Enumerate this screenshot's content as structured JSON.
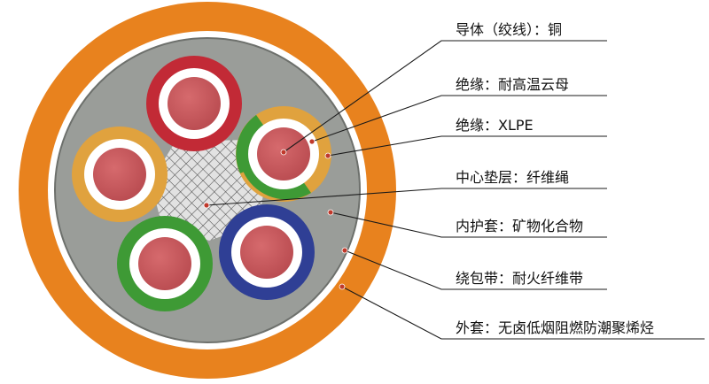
{
  "labels": {
    "conductor": "导体（绞线）：铜",
    "mica_insulation": "绝缘：耐高温云母",
    "xlpe_insulation": "绝缘：XLPE",
    "center_filler": "中心垫层：纤维绳",
    "inner_sheath": "内护套：矿物化合物",
    "wrapping_tape": "绕包带：耐火纤维带",
    "outer_sheath": "外套：无卤低烟阻燃防潮聚烯烃"
  },
  "colors": {
    "outer_sheath": "#e8821e",
    "wrapping_tape": "#ffffff",
    "inner_sheath": "#9a9d99",
    "conductor": "#c9575b",
    "core_red": "#c22a36",
    "core_yellow": "#e0a23e",
    "core_green": "#3e9a35",
    "core_blue": "#2f3f95",
    "filler_mesh": "#555555"
  },
  "cores": [
    {
      "name": "core-red",
      "color": "red"
    },
    {
      "name": "core-yellow-green",
      "color": "yellow-green"
    },
    {
      "name": "core-yellow",
      "color": "yellow"
    },
    {
      "name": "core-green",
      "color": "green"
    },
    {
      "name": "core-blue",
      "color": "blue"
    }
  ]
}
